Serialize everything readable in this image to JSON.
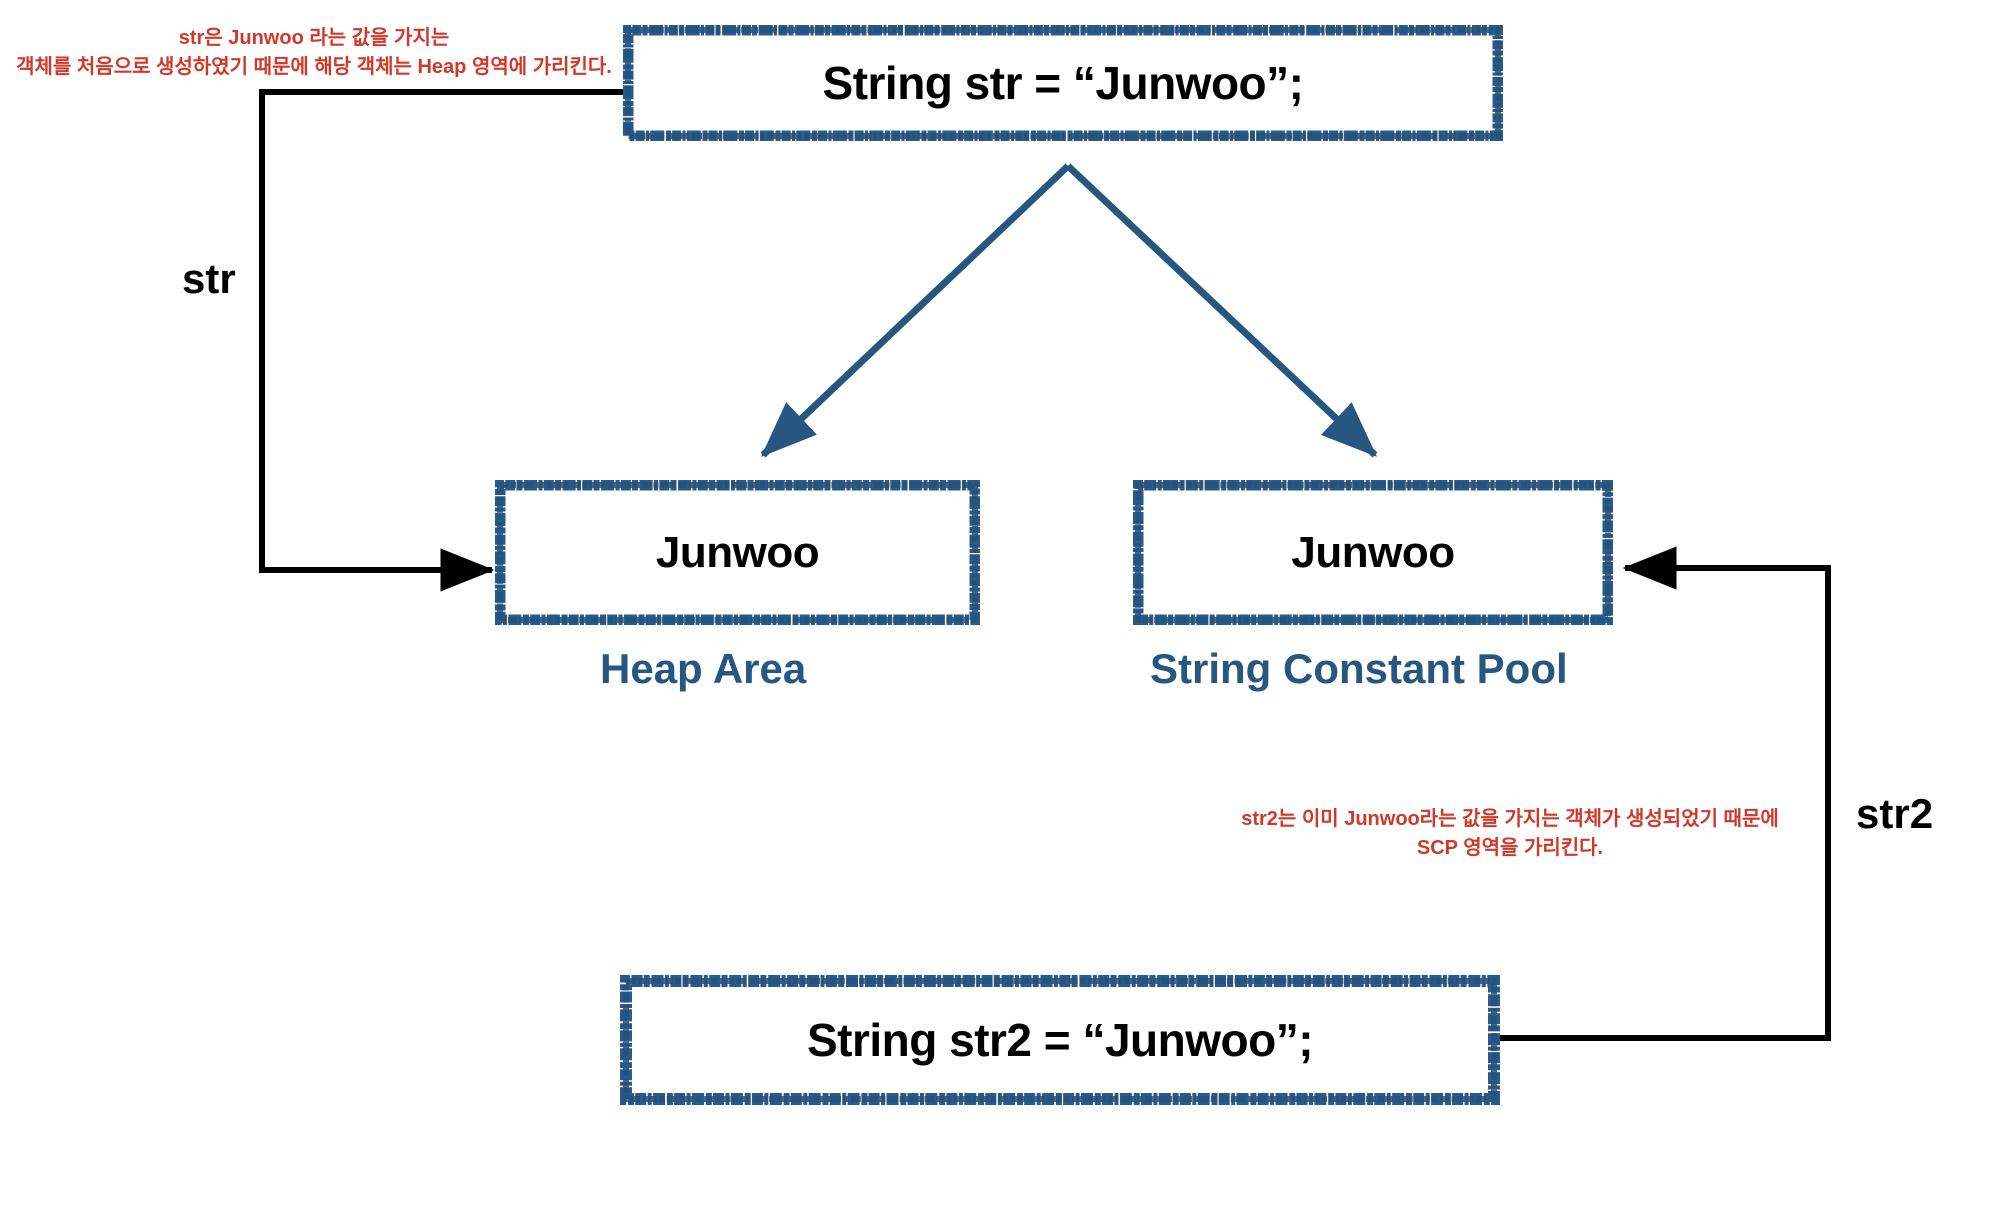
{
  "diagram": {
    "title_concept": "Java String literal assignment: Heap Area vs String Constant Pool",
    "background_color": "#ffffff",
    "accent_blue": "#275680",
    "annotation_red": "#d2382a",
    "text_black": "#000000"
  },
  "boxes": {
    "statement_str": {
      "label": "String str = “Junwoo”;",
      "style": "sketchy-blue-border"
    },
    "heap_value": {
      "label": "Junwoo",
      "style": "sketchy-blue-border"
    },
    "scp_value": {
      "label": "Junwoo",
      "style": "sketchy-blue-border"
    },
    "statement_str2": {
      "label": "String str2 = “Junwoo”;",
      "style": "sketchy-blue-border"
    }
  },
  "captions": {
    "heap_area": "Heap Area",
    "string_constant_pool": "String Constant Pool"
  },
  "var_labels": {
    "str": "str",
    "str2": "str2"
  },
  "annotations": {
    "str_note": "str은 Junwoo 라는 값을 가지는\n객체를 처음으로 생성하였기 때문에 해당 객체는 Heap 영역에 가리킨다.",
    "str2_note": "str2는 이미 Junwoo라는 값을 가지는 객체가 생성되었기 때문에\nSCP 영역을 가리킨다."
  },
  "connectors": [
    {
      "name": "str-to-heap",
      "color": "#000000",
      "from": "statement_str (left edge)",
      "to": "heap_value (left edge)",
      "shape": "orthogonal-elbow",
      "arrowhead": "end"
    },
    {
      "name": "stmt-to-heap",
      "color": "#275680",
      "from": "statement_str (bottom center)",
      "to": "heap_value (top)",
      "shape": "diagonal",
      "arrowhead": "end"
    },
    {
      "name": "stmt-to-scp",
      "color": "#275680",
      "from": "statement_str (bottom center)",
      "to": "scp_value (top)",
      "shape": "diagonal",
      "arrowhead": "end"
    },
    {
      "name": "str2-to-scp",
      "color": "#000000",
      "from": "statement_str2 (right edge)",
      "to": "scp_value (right edge)",
      "shape": "orthogonal-elbow",
      "arrowhead": "end"
    }
  ]
}
